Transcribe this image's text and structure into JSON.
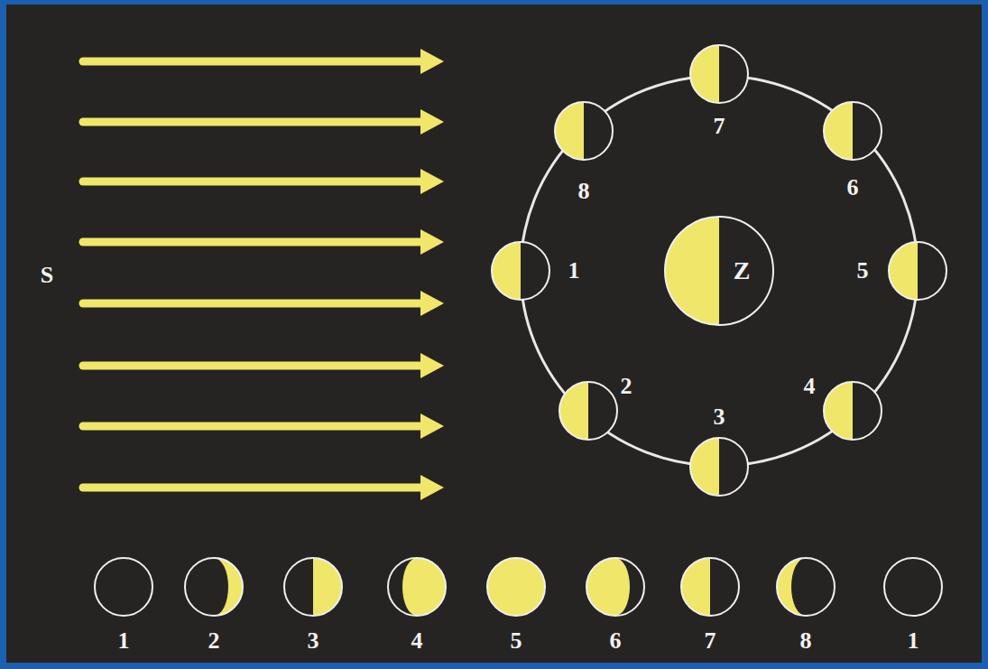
{
  "diagram": {
    "nodes": [
      {
        "text": [
          "Z"
        ]
      }
    ],
    "labels": [
      "S",
      "1",
      "2",
      "3",
      "4",
      "5",
      "6",
      "7",
      "8",
      "1",
      "2",
      "3",
      "4",
      "5",
      "6",
      "7",
      "8",
      "1"
    ]
  }
}
